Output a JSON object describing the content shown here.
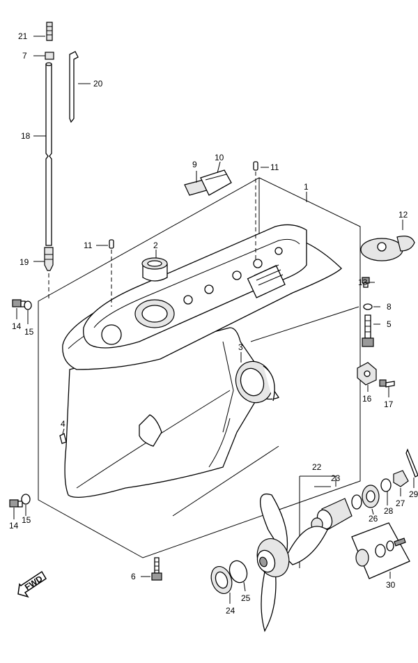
{
  "diagram": {
    "fwd_label": "FWD",
    "callouts": {
      "c1": "1",
      "c2": "2",
      "c3": "3",
      "c4": "4",
      "c5": "5",
      "c6": "6",
      "c7": "7",
      "c8": "8",
      "c9": "9",
      "c10": "10",
      "c11a": "11",
      "c11b": "11",
      "c12": "12",
      "c13": "13",
      "c14a": "14",
      "c14b": "14",
      "c15a": "15",
      "c15b": "15",
      "c16": "16",
      "c17": "17",
      "c18": "18",
      "c19": "19",
      "c20": "20",
      "c21": "21",
      "c22": "22",
      "c23": "23",
      "c24": "24",
      "c25": "25",
      "c26": "26",
      "c27": "27",
      "c28": "28",
      "c29": "29",
      "c30": "30"
    }
  }
}
